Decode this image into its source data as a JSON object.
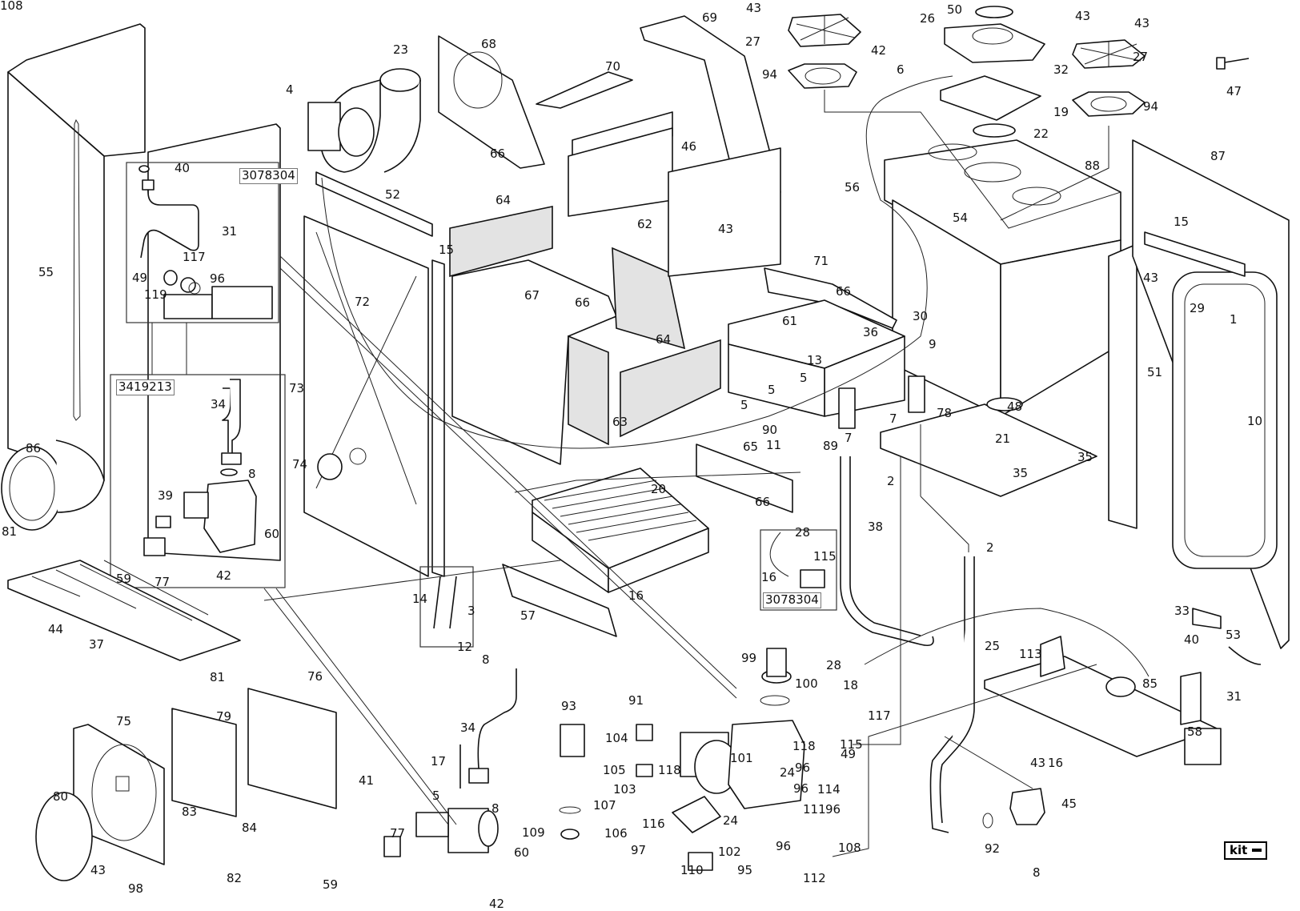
{
  "diagram": {
    "type": "exploded-parts-diagram",
    "subject": "wall-hung gas boiler exploded view",
    "reference_boxes": [
      {
        "id": "ref-top-left",
        "label": "3078304"
      },
      {
        "id": "ref-gas-valve",
        "label": "3419213"
      },
      {
        "id": "ref-flow-switch",
        "label": "3078304"
      }
    ],
    "kit_badge": {
      "label": "kit"
    },
    "callouts": [
      {
        "label": "55"
      },
      {
        "label": "40"
      },
      {
        "label": "31"
      },
      {
        "label": "117"
      },
      {
        "label": "49"
      },
      {
        "label": "119"
      },
      {
        "label": "96"
      },
      {
        "label": "4"
      },
      {
        "label": "23"
      },
      {
        "label": "52"
      },
      {
        "label": "15"
      },
      {
        "label": "72"
      },
      {
        "label": "73"
      },
      {
        "label": "74"
      },
      {
        "label": "34"
      },
      {
        "label": "8"
      },
      {
        "label": "39"
      },
      {
        "label": "60"
      },
      {
        "label": "59"
      },
      {
        "label": "77"
      },
      {
        "label": "42"
      },
      {
        "label": "86"
      },
      {
        "label": "81"
      },
      {
        "label": "44"
      },
      {
        "label": "37"
      },
      {
        "label": "68"
      },
      {
        "label": "66"
      },
      {
        "label": "64"
      },
      {
        "label": "67"
      },
      {
        "label": "66"
      },
      {
        "label": "62"
      },
      {
        "label": "64"
      },
      {
        "label": "63"
      },
      {
        "label": "70"
      },
      {
        "label": "69"
      },
      {
        "label": "46"
      },
      {
        "label": "43"
      },
      {
        "label": "43"
      },
      {
        "label": "27"
      },
      {
        "label": "94"
      },
      {
        "label": "56"
      },
      {
        "label": "50"
      },
      {
        "label": "26"
      },
      {
        "label": "42"
      },
      {
        "label": "6"
      },
      {
        "label": "43"
      },
      {
        "label": "32"
      },
      {
        "label": "19"
      },
      {
        "label": "22"
      },
      {
        "label": "43"
      },
      {
        "label": "27"
      },
      {
        "label": "94"
      },
      {
        "label": "47"
      },
      {
        "label": "88"
      },
      {
        "label": "54"
      },
      {
        "label": "87"
      },
      {
        "label": "15"
      },
      {
        "label": "43"
      },
      {
        "label": "29"
      },
      {
        "label": "1"
      },
      {
        "label": "51"
      },
      {
        "label": "10"
      },
      {
        "label": "71"
      },
      {
        "label": "66"
      },
      {
        "label": "61"
      },
      {
        "label": "36"
      },
      {
        "label": "13"
      },
      {
        "label": "30"
      },
      {
        "label": "9"
      },
      {
        "label": "5"
      },
      {
        "label": "5"
      },
      {
        "label": "5"
      },
      {
        "label": "11"
      },
      {
        "label": "90"
      },
      {
        "label": "89"
      },
      {
        "label": "65"
      },
      {
        "label": "7"
      },
      {
        "label": "7"
      },
      {
        "label": "78"
      },
      {
        "label": "48"
      },
      {
        "label": "21"
      },
      {
        "label": "35"
      },
      {
        "label": "35"
      },
      {
        "label": "2"
      },
      {
        "label": "20"
      },
      {
        "label": "16"
      },
      {
        "label": "14"
      },
      {
        "label": "3"
      },
      {
        "label": "12"
      },
      {
        "label": "57"
      },
      {
        "label": "66"
      },
      {
        "label": "28"
      },
      {
        "label": "16"
      },
      {
        "label": "115"
      },
      {
        "label": "38"
      },
      {
        "label": "2"
      },
      {
        "label": "25"
      },
      {
        "label": "8"
      },
      {
        "label": "34"
      },
      {
        "label": "17"
      },
      {
        "label": "5"
      },
      {
        "label": "8"
      },
      {
        "label": "60"
      },
      {
        "label": "77"
      },
      {
        "label": "59"
      },
      {
        "label": "42"
      },
      {
        "label": "76"
      },
      {
        "label": "75"
      },
      {
        "label": "79"
      },
      {
        "label": "81"
      },
      {
        "label": "41"
      },
      {
        "label": "80"
      },
      {
        "label": "83"
      },
      {
        "label": "84"
      },
      {
        "label": "82"
      },
      {
        "label": "43"
      },
      {
        "label": "98"
      },
      {
        "label": "93"
      },
      {
        "label": "91"
      },
      {
        "label": "104"
      },
      {
        "label": "105"
      },
      {
        "label": "103"
      },
      {
        "label": "118"
      },
      {
        "label": "107"
      },
      {
        "label": "109"
      },
      {
        "label": "106"
      },
      {
        "label": "116"
      },
      {
        "label": "97"
      },
      {
        "label": "110"
      },
      {
        "label": "102"
      },
      {
        "label": "95"
      },
      {
        "label": "99"
      },
      {
        "label": "100"
      },
      {
        "label": "18"
      },
      {
        "label": "28"
      },
      {
        "label": "117"
      },
      {
        "label": "101"
      },
      {
        "label": "118"
      },
      {
        "label": "115"
      },
      {
        "label": "49"
      },
      {
        "label": "96"
      },
      {
        "label": "24"
      },
      {
        "label": "96"
      },
      {
        "label": "114"
      },
      {
        "label": "111"
      },
      {
        "label": "96"
      },
      {
        "label": "24"
      },
      {
        "label": "96"
      },
      {
        "label": "108"
      },
      {
        "label": "112"
      },
      {
        "label": "113"
      },
      {
        "label": "85"
      },
      {
        "label": "33"
      },
      {
        "label": "53"
      },
      {
        "label": "40"
      },
      {
        "label": "31"
      },
      {
        "label": "58"
      },
      {
        "label": "43"
      },
      {
        "label": "16"
      },
      {
        "label": "45"
      },
      {
        "label": "92"
      },
      {
        "label": "8"
      },
      {
        "label": "108"
      }
    ]
  }
}
